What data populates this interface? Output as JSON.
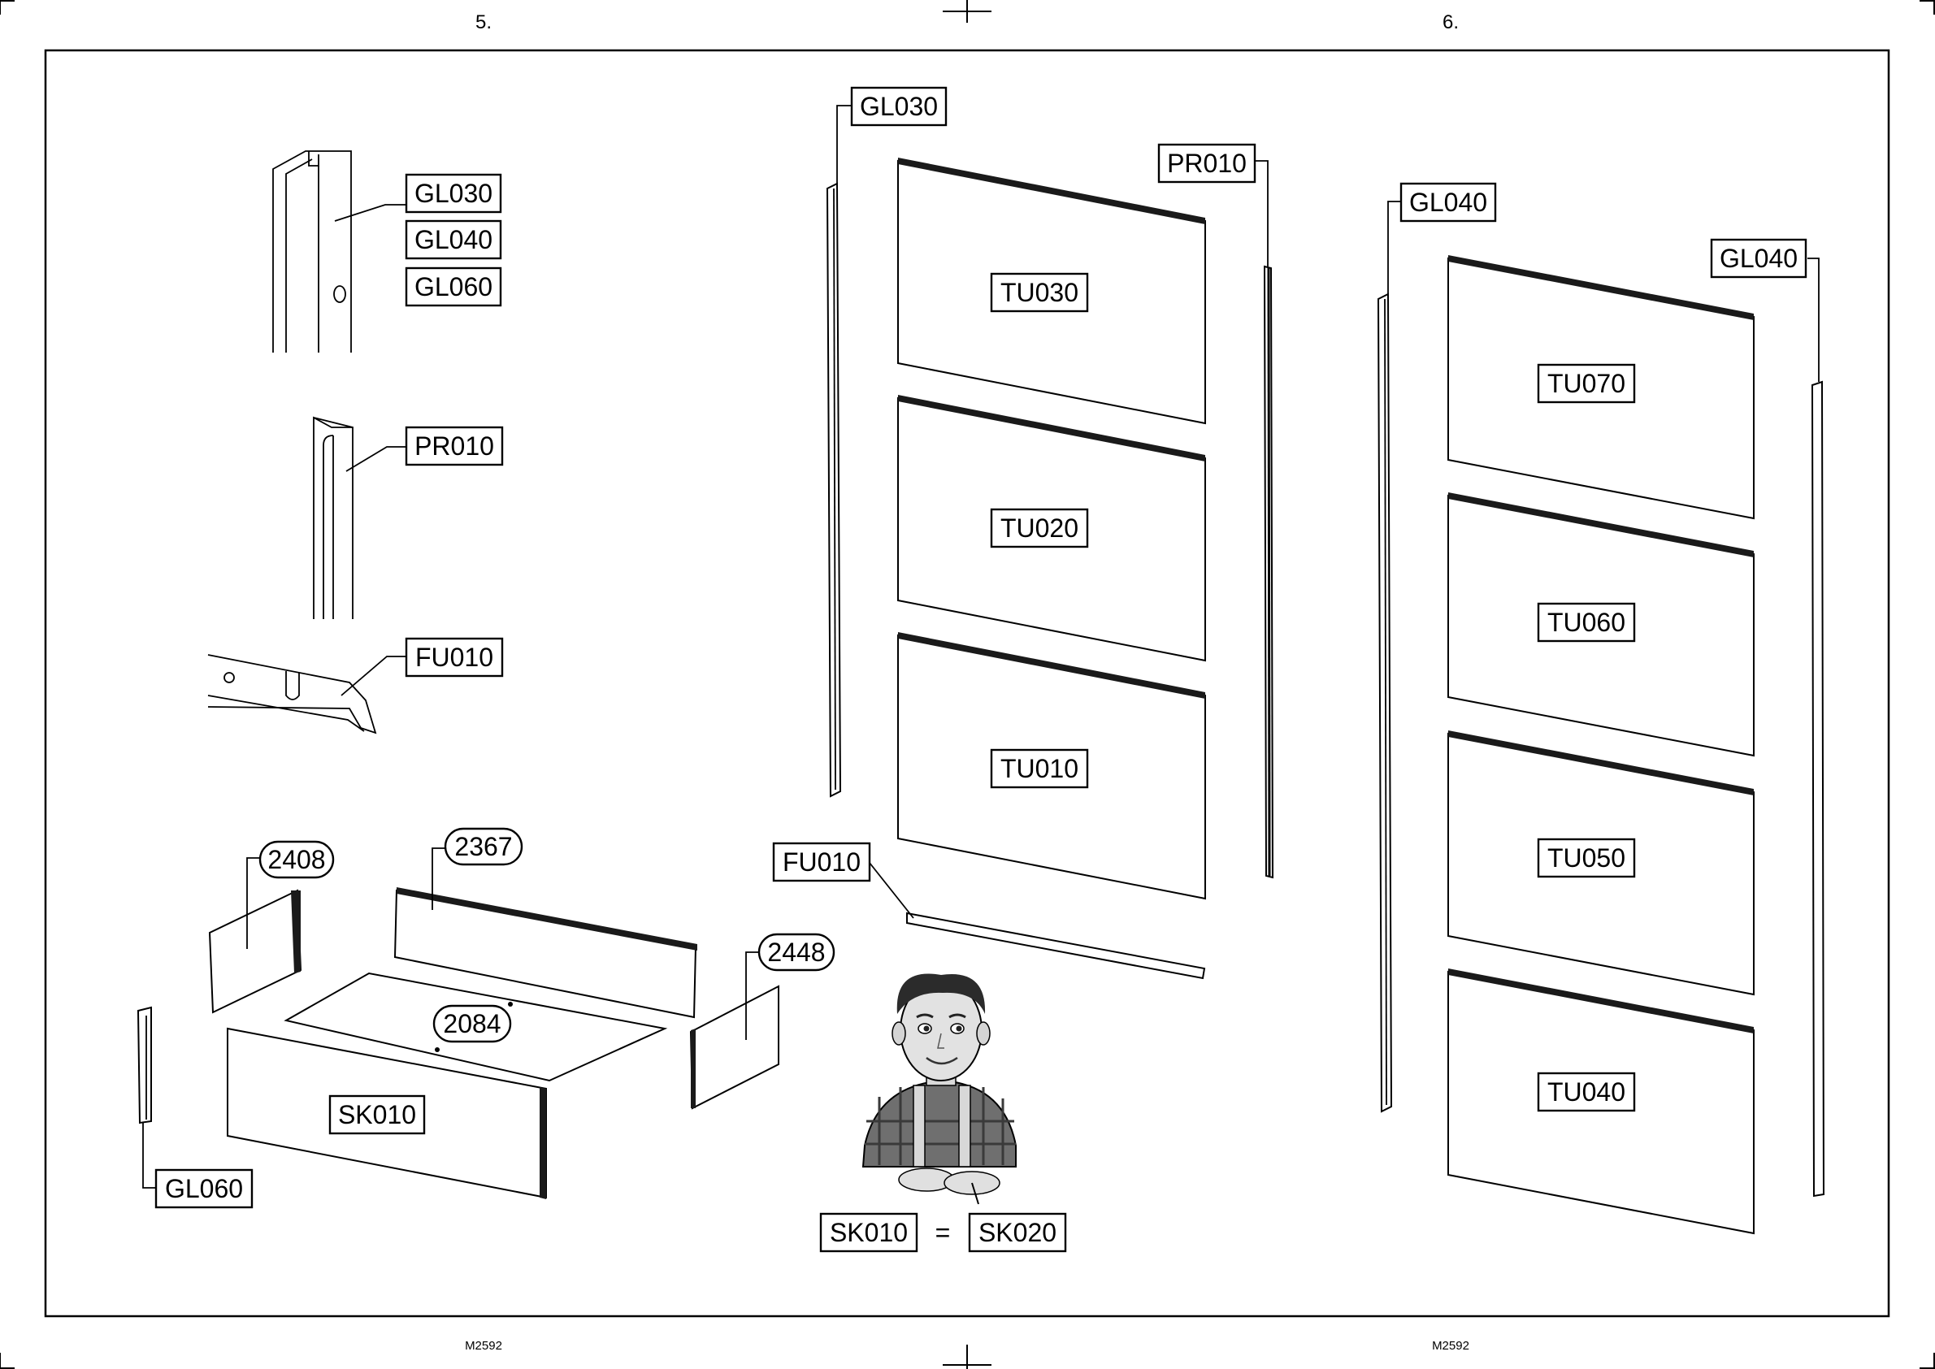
{
  "page": {
    "left_step": "5.",
    "right_step": "6.",
    "footer_codes": [
      "M2592",
      "M2592"
    ]
  },
  "step5": {
    "profile_labels": [
      "GL030",
      "GL040",
      "GL060"
    ],
    "pr_label": "PR010",
    "fu_label": "FU010",
    "drawer": {
      "left_side_code": "2408",
      "back_code": "2367",
      "right_side_code": "2448",
      "bottom_code": "2084",
      "front_label": "SK010",
      "profile_label": "GL060"
    }
  },
  "step6": {
    "left_column": {
      "profile_label": "GL030",
      "divider_label": "PR010",
      "bottom_rail_label": "FU010",
      "panels": [
        "TU030",
        "TU020",
        "TU010"
      ]
    },
    "right_column": {
      "left_profile_label": "GL040",
      "right_profile_label": "GL040",
      "panels": [
        "TU070",
        "TU060",
        "TU050",
        "TU040"
      ]
    }
  },
  "note": {
    "left": "SK010",
    "equals": "=",
    "right": "SK020"
  },
  "icons": [
    "assembler-mascot-icon"
  ]
}
